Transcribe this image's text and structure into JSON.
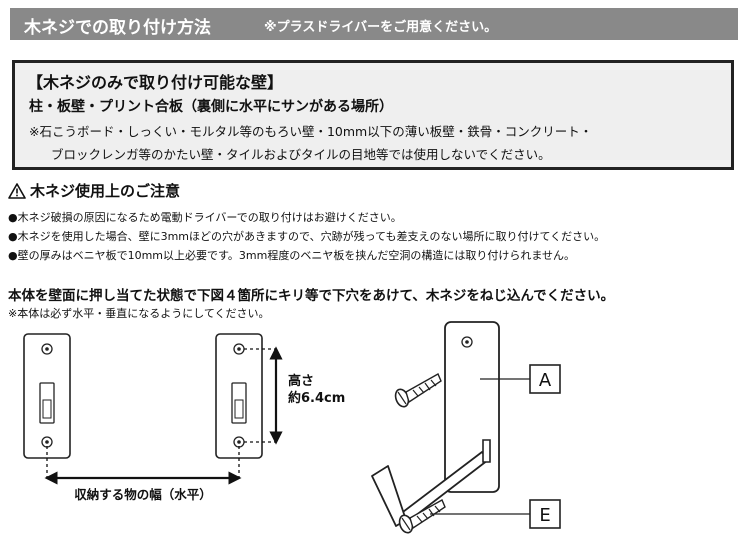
{
  "header": {
    "title": "木ネジでの取り付け方法",
    "note": "※プラスドライバーをご用意ください。"
  },
  "wall_box": {
    "title": "【木ネジのみで取り付け可能な壁】",
    "subtitle": "柱・板壁・プリント合板（裏側に水平にサンがある場所）",
    "note_line1": "※石こうボード・しっくい・モルタル等のもろい壁・10mm以下の薄い板壁・鉄骨・コンクリート・",
    "note_line2": "ブロックレンガ等のかたい壁・タイルおよびタイルの目地等では使用しないでください。"
  },
  "caution": {
    "title": "木ネジ使用上のご注意",
    "icon": "warning-triangle-icon",
    "items": [
      "●木ネジ破損の原因になるため電動ドライバーでの取り付けはお避けください。",
      "●木ネジを使用した場合、壁に3mmほどの穴があきますので、穴跡が残っても差支えのない場所に取り付けてください。",
      "●壁の厚みはベニヤ板で10mm以上必要です。3mm程度のベニヤ板を挟んだ空洞の構造には取り付けられません。"
    ]
  },
  "install": {
    "instruction": "本体を壁面に押し当てた状態で下図４箇所にキリ等で下穴をあけて、木ネジをねじ込んでください。",
    "note": "※本体は必ず水平・垂直になるようにしてください。"
  },
  "diagram": {
    "height_label_line1": "高さ",
    "height_label_line2": "約6.4cm",
    "width_label": "収納する物の幅（水平）",
    "label_a": "A",
    "label_e": "E"
  }
}
